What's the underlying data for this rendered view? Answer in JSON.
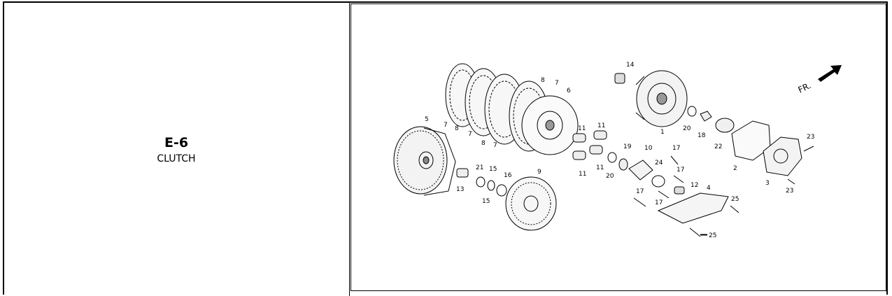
{
  "section": {
    "code": "E-6",
    "title": "CLUTCH"
  },
  "orientation": {
    "label": "FR."
  },
  "callouts": [
    {
      "text": "5"
    },
    {
      "text": "7"
    },
    {
      "text": "8"
    },
    {
      "text": "7"
    },
    {
      "text": "8"
    },
    {
      "text": "7"
    },
    {
      "text": "8"
    },
    {
      "text": "7"
    },
    {
      "text": "6"
    },
    {
      "text": "14"
    },
    {
      "text": "1"
    },
    {
      "text": "20"
    },
    {
      "text": "18"
    },
    {
      "text": "22"
    },
    {
      "text": "2"
    },
    {
      "text": "3"
    },
    {
      "text": "23"
    },
    {
      "text": "23"
    },
    {
      "text": "11"
    },
    {
      "text": "11"
    },
    {
      "text": "11"
    },
    {
      "text": "11"
    },
    {
      "text": "19"
    },
    {
      "text": "20"
    },
    {
      "text": "10"
    },
    {
      "text": "24"
    },
    {
      "text": "17"
    },
    {
      "text": "17"
    },
    {
      "text": "12"
    },
    {
      "text": "4"
    },
    {
      "text": "17"
    },
    {
      "text": "17"
    },
    {
      "text": "25"
    },
    {
      "text": "25"
    },
    {
      "text": "21"
    },
    {
      "text": "15"
    },
    {
      "text": "16"
    },
    {
      "text": "15"
    },
    {
      "text": "13"
    },
    {
      "text": "9"
    }
  ]
}
